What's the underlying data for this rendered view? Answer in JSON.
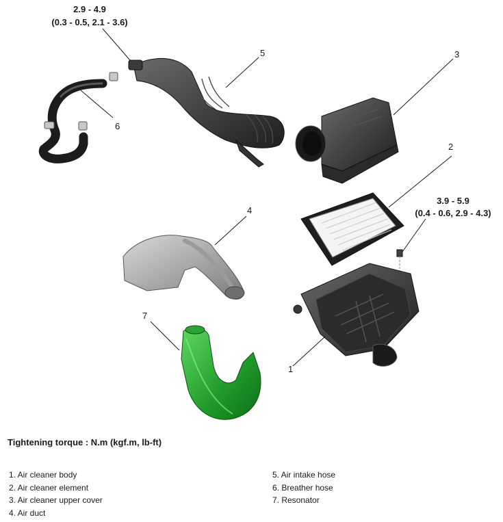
{
  "torque_specs": {
    "upper": {
      "line1": "2.9 - 4.9",
      "line2": "(0.3 - 0.5, 2.1 - 3.6)"
    },
    "right": {
      "line1": "3.9 - 5.9",
      "line2": "(0.4 - 0.6, 2.9 - 4.3)"
    }
  },
  "callouts": {
    "c1": "1",
    "c2": "2",
    "c3": "3",
    "c4": "4",
    "c5": "5",
    "c6": "6",
    "c7": "7"
  },
  "torque_title": "Tightening torque : N.m (kgf.m, lb-ft)",
  "legend": {
    "left": [
      "1. Air cleaner body",
      "2. Air cleaner element",
      "3. Air cleaner upper cover",
      "4. Air duct"
    ],
    "right": [
      "5. Air intake hose",
      "6. Breather hose",
      "7. Resonator"
    ]
  },
  "colors": {
    "resonator": "#1f9a2a",
    "part_dark": "#2e2e2e",
    "part_gray": "#8a8a8a"
  }
}
